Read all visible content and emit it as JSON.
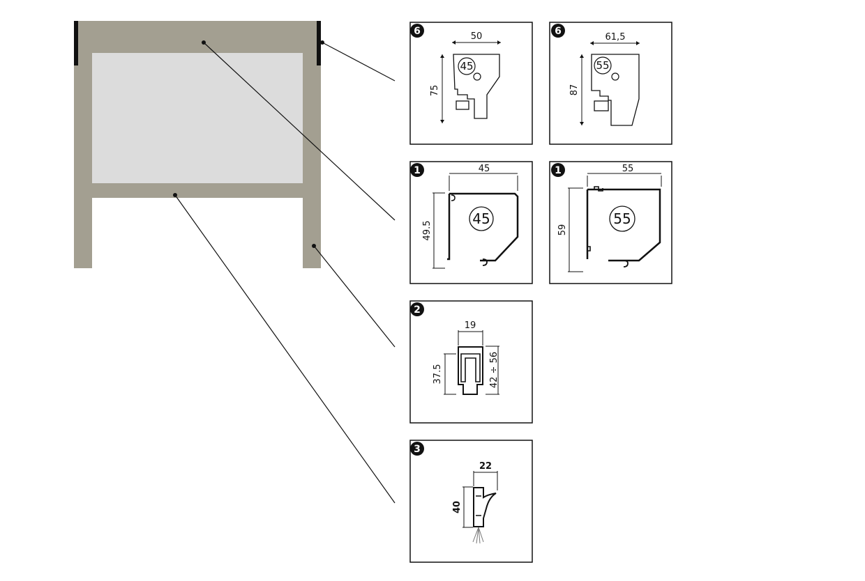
{
  "colors": {
    "frame": "#a39f91",
    "panel": "#dcdcdc",
    "ink": "#111111"
  },
  "panels": {
    "cassette_45_small": {
      "badge": "6",
      "width": "50",
      "height": "75",
      "size": "45"
    },
    "cassette_55_small": {
      "badge": "6",
      "width": "61,5",
      "height": "87",
      "size": "55"
    },
    "cassette_45_large": {
      "badge": "1",
      "width": "45",
      "height": "49.5",
      "size": "45"
    },
    "cassette_55_large": {
      "badge": "1",
      "width": "55",
      "height": "59",
      "size": "55"
    },
    "guide_rail": {
      "badge": "2",
      "width": "19",
      "height_left": "37.5",
      "height_right": "42 ÷ 56"
    },
    "bottom_bar": {
      "badge": "3",
      "width": "22",
      "height": "40"
    }
  }
}
